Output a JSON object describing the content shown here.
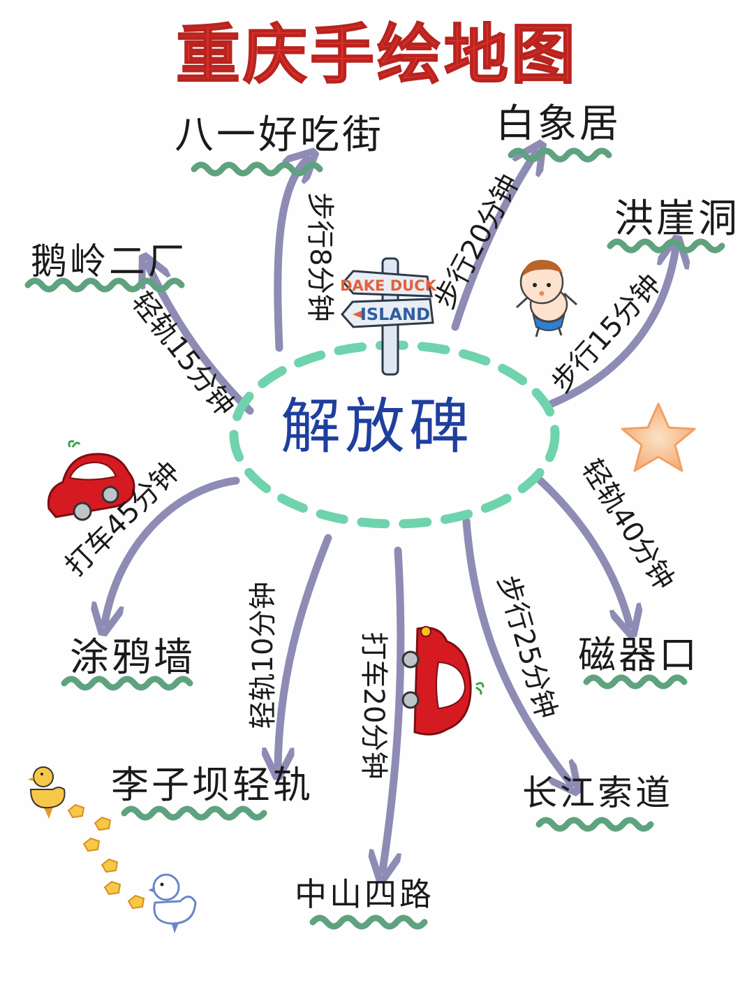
{
  "title": "重庆手绘地图",
  "center": "解放碑",
  "sign": {
    "top": "DAKE DUCK",
    "bottom": "ISLAND"
  },
  "colors": {
    "title": "#e2302a",
    "center_text": "#1f3f9e",
    "center_ring": "#6fd3ae",
    "arrow": "#8e8cb4",
    "wave": "#5fa27f",
    "text": "#1a1a1a"
  },
  "destinations": [
    {
      "id": "bayi",
      "name": "八一好吃街",
      "route": "步行8分钟"
    },
    {
      "id": "baixiang",
      "name": "白象居",
      "route": "步行20分钟"
    },
    {
      "id": "hongya",
      "name": "洪崖洞",
      "route": "步行15分钟"
    },
    {
      "id": "eling",
      "name": "鹅岭二厂",
      "route": "轻轨15分钟"
    },
    {
      "id": "tuya",
      "name": "涂鸦墙",
      "route": "打车45分钟"
    },
    {
      "id": "ciqi",
      "name": "磁器口",
      "route": "轻轨40分钟"
    },
    {
      "id": "liziba",
      "name": "李子坝轻轨",
      "route": "轻轨10分钟"
    },
    {
      "id": "zhongshan",
      "name": "中山四路",
      "route": "打车20分钟"
    },
    {
      "id": "changjiang",
      "name": "长江索道",
      "route": "步行25分钟"
    }
  ],
  "icons": [
    "signpost-icon",
    "baby-icon",
    "star-icon",
    "red-car-icon",
    "duck-icon",
    "footprint-icon"
  ]
}
